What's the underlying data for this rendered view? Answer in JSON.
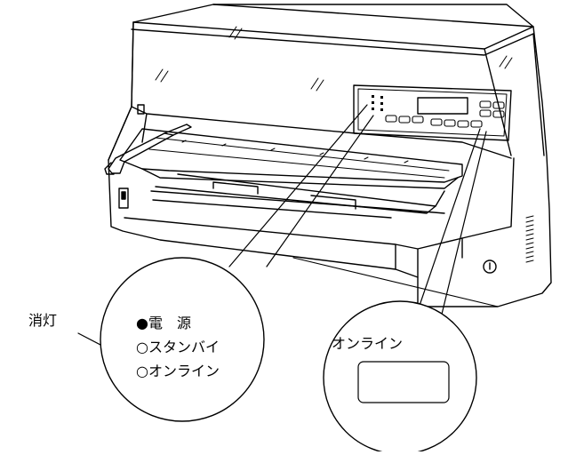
{
  "callouts": {
    "off_label": "消灯",
    "left_circle": {
      "power": "●電　源",
      "standby": "○スタンバイ",
      "online": "○オンライン"
    },
    "right_circle": {
      "title": "オンライン"
    }
  }
}
